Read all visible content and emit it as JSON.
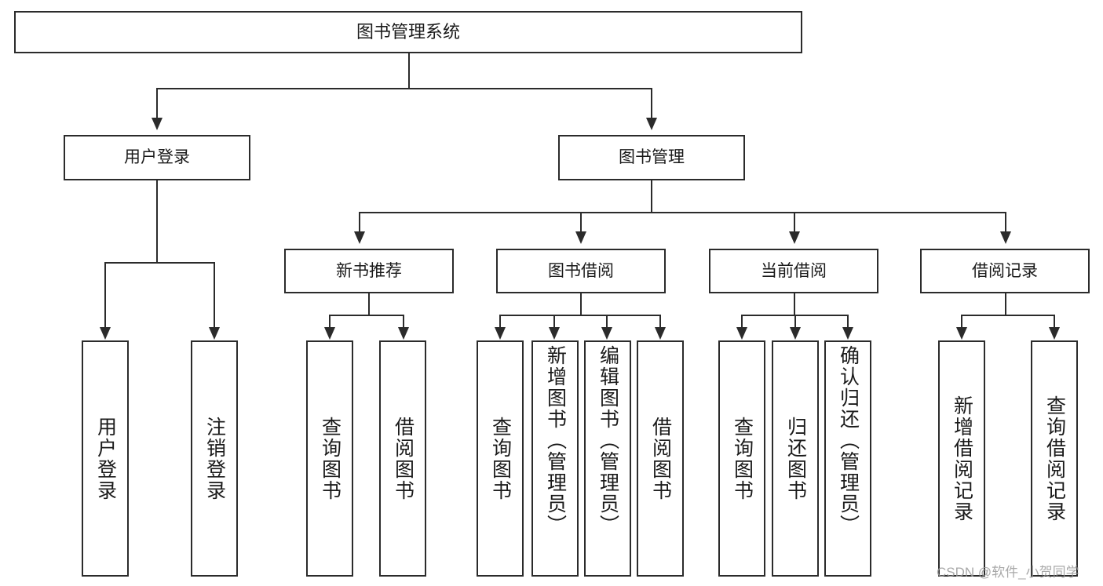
{
  "diagram": {
    "title": "图书管理系统",
    "type": "hierarchy-tree",
    "watermark": "CSDN @软件_小贺同学",
    "accent_color": "#2b2b2b",
    "background_color": "#ffffff",
    "root": {
      "label": "图书管理系统"
    },
    "level2": [
      {
        "label": "用户登录"
      },
      {
        "label": "图书管理"
      }
    ],
    "level3": [
      {
        "label": "新书推荐"
      },
      {
        "label": "图书借阅"
      },
      {
        "label": "当前借阅"
      },
      {
        "label": "借阅记录"
      }
    ],
    "leaves": {
      "user_login": [
        {
          "label": "用户登录"
        },
        {
          "label": "注销登录"
        }
      ],
      "new_book_recommend": [
        {
          "label": "查询图书"
        },
        {
          "label": "借阅图书"
        }
      ],
      "book_borrow": [
        {
          "label": "查询图书"
        },
        {
          "label": "新增图书（管理员）"
        },
        {
          "label": "编辑图书（管理员）"
        },
        {
          "label": "借阅图书"
        }
      ],
      "current_borrow": [
        {
          "label": "查询图书"
        },
        {
          "label": "归还图书"
        },
        {
          "label": "确认归还（管理员）"
        }
      ],
      "borrow_record": [
        {
          "label": "新增借阅记录"
        },
        {
          "label": "查询借阅记录"
        }
      ]
    }
  }
}
